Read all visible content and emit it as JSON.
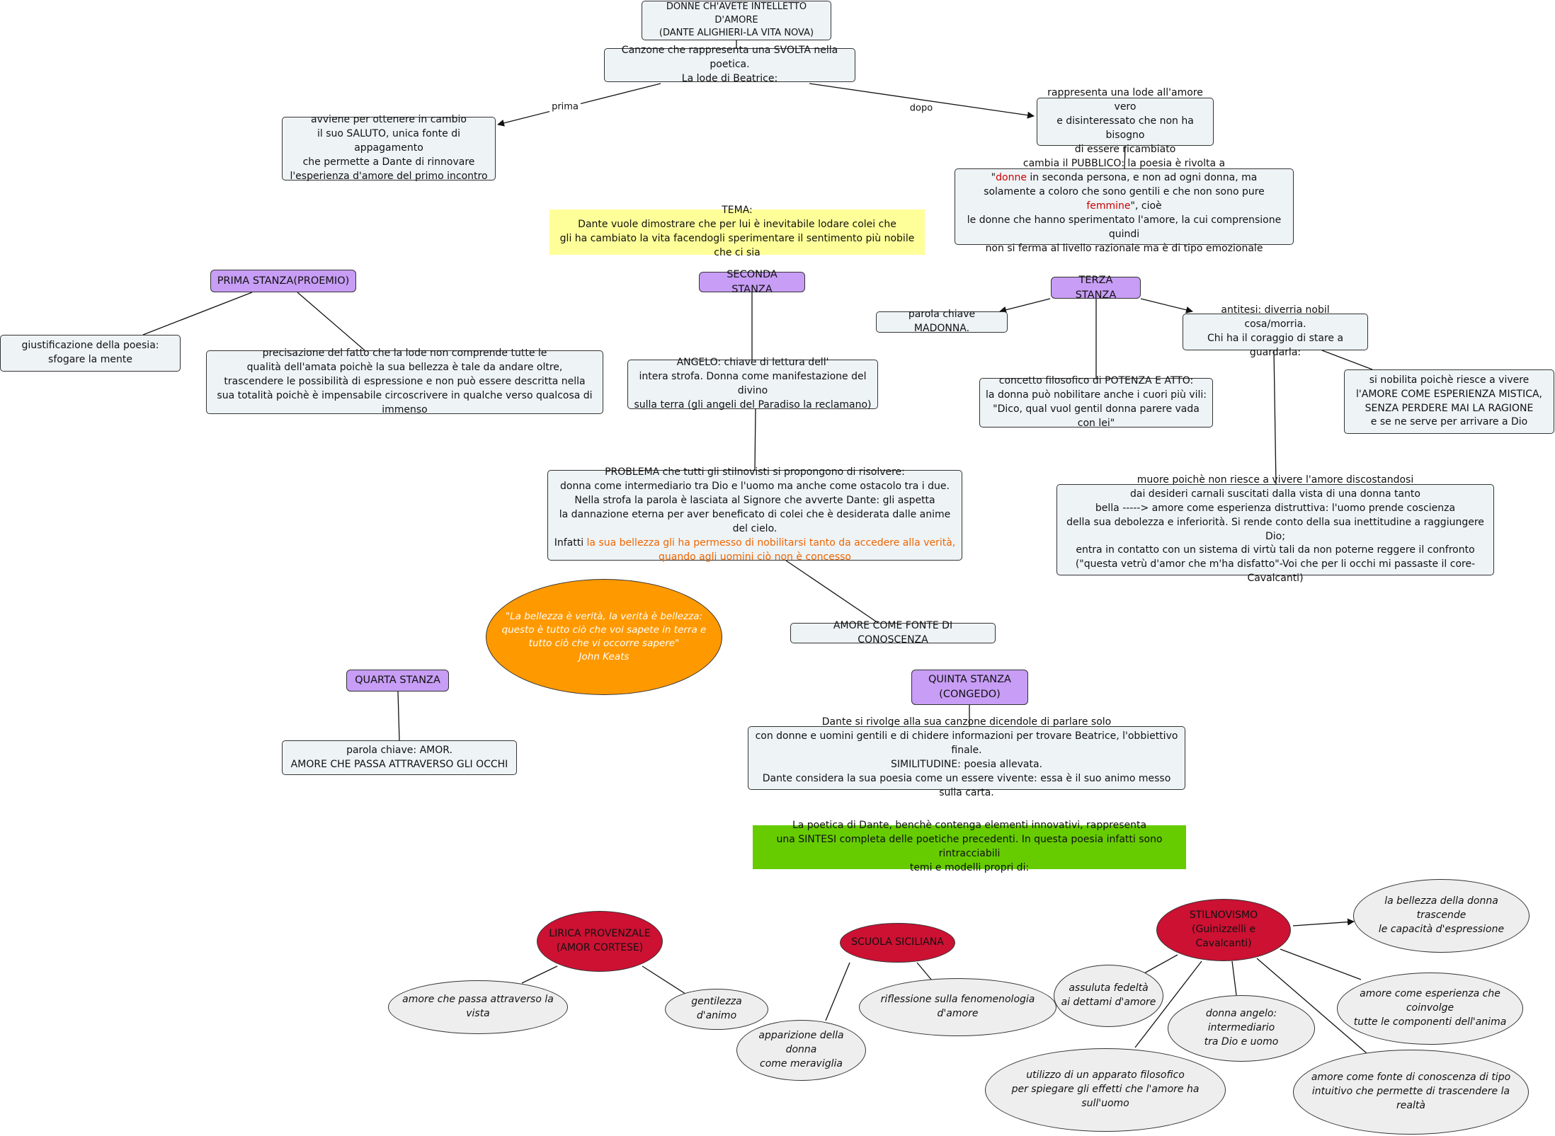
{
  "nodes": {
    "title": "DONNE CH'AVETE INTELLETTO D'AMORE\n(DANTE ALIGHIERI-LA VITA NOVA)",
    "svolta": "Canzone che rappresenta una SVOLTA nella poetica.\nLa lode di Beatrice:",
    "saluto": "avviene per ottenere in cambio\nil suo SALUTO, unica fonte di appagamento\nche permette a Dante di rinnovare\nl'esperienza d'amore del primo incontro",
    "lode_vero": "rappresenta una lode all'amore vero\ne disinteressato che non ha bisogno\ndi essere ricambiato",
    "pubblico_1": "cambia il PUBBLICO: la poesia è rivolta a\n\"",
    "pubblico_donne": "donne",
    "pubblico_2": " in seconda persona, e non ad ogni donna, ma\nsolamente a coloro che sono gentili e che non sono pure ",
    "pubblico_femmine": "femmine",
    "pubblico_3": "\", cioè\nle donne che hanno sperimentato l'amore, la cui comprensione quindi\nnon si ferma al livello razionale ma è di tipo emozionale",
    "tema": "TEMA:\nDante vuole dimostrare che per lui è inevitabile lodare colei che\ngli ha cambiato la vita facendogli sperimentare il sentimento più nobile che ci sia",
    "prima_stanza": "PRIMA STANZA(PROEMIO)",
    "giustificazione": "giustificazione della poesia:\nsfogare la mente",
    "precisazione": "precisazione del fatto che la lode non comprende tutte le\nqualità dell'amata poichè la sua bellezza è tale da andare oltre,\ntrascendere le possibilità di espressione e non può essere descritta nella\nsua totalità poichè è impensabile circoscrivere in qualche verso qualcosa di immenso",
    "seconda_stanza": "SECONDA STANZA",
    "angelo": "ANGELO: chiave di lettura dell'\nintera strofa. Donna come manifestazione del divino\nsulla terra (gli angeli del Paradiso la reclamano)",
    "problema_1": "PROBLEMA che tutti gli stilnovisti si propongono di risolvere:\ndonna come intermediario tra Dio e l'uomo ma anche come ostacolo tra i due.\nNella strofa la parola è lasciata al Signore che avverte Dante: gli aspetta\nla dannazione eterna per aver beneficato di colei che è desiderata dalle anime del cielo.\nInfatti ",
    "problema_hl": "la sua bellezza gli ha permesso di nobilitarsi tanto da accedere alla verità,\nquando agli uomini ciò non è concesso",
    "keats": "\"La bellezza è verità, la verità è bellezza:\nquesto è tutto ciò che voi sapete in terra e\ntutto ciò che vi occorre sapere\"\nJohn Keats",
    "amore_conoscenza": "AMORE COME FONTE DI CONOSCENZA",
    "terza_stanza": "TERZA STANZA",
    "madonna": "parola chiave MADONNA.",
    "antitesi": "antitesi: diverria nobil cosa/morria.\nChi ha il coraggio di stare a guardarla:",
    "potenza": "concetto filosofico di POTENZA E ATTO:\nla donna può nobilitare anche i cuori più vili:\n\"Dico, qual vuol gentil donna parere vada con lei\"",
    "nobilita": "si nobilita poichè riesce a vivere\nl'AMORE COME ESPERIENZA MISTICA,\nSENZA PERDERE MAI LA RAGIONE\ne se ne serve per arrivare a Dio",
    "muore": "muore poichè non riesce a vivere l'amore discostandosi\ndai desideri carnali suscitati dalla vista di una donna tanto\nbella -----> amore come esperienza distruttiva: l'uomo prende coscienza\ndella sua debolezza e inferiorità. Si rende conto della sua inettitudine a raggiungere Dio;\nentra in contatto con un sistema di virtù tali da non poterne reggere il confronto\n(\"questa vetrù d'amor che m'ha disfatto\"-Voi che per li occhi mi passaste il core-Cavalcanti)",
    "quarta_stanza": "QUARTA STANZA",
    "amor_occhi": "parola chiave: AMOR.\nAMORE CHE PASSA ATTRAVERSO GLI OCCHI",
    "quinta_stanza": "QUINTA STANZA\n(CONGEDO)",
    "congedo": "Dante si rivolge alla sua canzone dicendole di parlare solo\ncon donne e uomini gentili e di chidere informazioni per trovare Beatrice, l'obbiettivo finale.\nSIMILITUDINE: poesia allevata.\nDante considera la sua poesia come un essere vivente: essa è il suo animo messo sulla carta.",
    "sintesi": "La poetica di Dante, benchè contenga elementi innovativi, rappresenta\nuna SINTESI completa delle poetiche precedenti. In questa poesia infatti sono rintracciabili\ntemi e modelli propri di:",
    "lirica": "LIRICA PROVENZALE\n(AMOR CORTESE)",
    "vista": "amore che passa attraverso la vista",
    "gentilezza": "gentilezza d'animo",
    "siciliana": "SCUOLA SICILIANA",
    "apparizione": "apparizione della donna\ncome meraviglia",
    "fenomenologia": "riflessione sulla fenomenologia d'amore",
    "stilnovismo": "STILNOVISMO\n(Guinizzelli e Cavalcanti)",
    "bellezza_trascende": "la bellezza della donna trascende\nle capacità d'espressione",
    "fedelta": "assuluta fedeltà\nai dettami d'amore",
    "donna_angelo": "donna angelo: intermediario\ntra Dio e uomo",
    "esperienza_anima": "amore come esperienza che coinvolge\ntutte le componenti dell'anima",
    "apparato": "utilizzo di un apparato filosofico\nper spiegare gli effetti che l'amore ha sull'uomo",
    "fonte_intuitivo": "amore come fonte di conoscenza di tipo\nintuitivo che permette di trascendere la realtà"
  },
  "edge_labels": {
    "prima": "prima",
    "dopo": "dopo"
  },
  "colors": {
    "box_fill": "#eef3f6",
    "stanza_fill": "#c79df5",
    "tema_fill": "#ffff99",
    "sintesi_fill": "#66cc00",
    "red_ellipse": "#cc1133",
    "orange_ellipse": "#ff9900",
    "highlight_red": "#cc0000",
    "highlight_orange": "#ee6600"
  }
}
